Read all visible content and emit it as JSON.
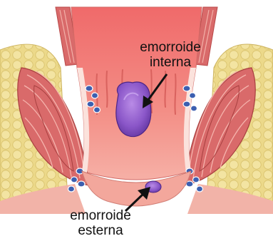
{
  "labels": {
    "internal": [
      "emorroide",
      "interna"
    ],
    "external": [
      "emorroide",
      "esterna"
    ]
  },
  "colors": {
    "fat": "#ecd98a",
    "muscle": "#d96a6a",
    "canal_wall": "#f18b82",
    "hemorrhoid": "#8a56c8",
    "vein": "#3c5fb0",
    "arrow": "#111111"
  }
}
